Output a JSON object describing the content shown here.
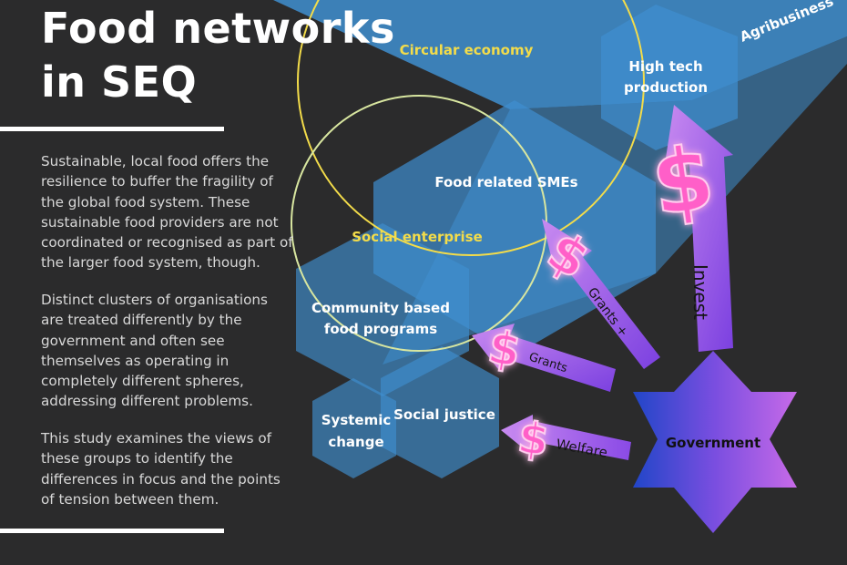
{
  "title_line1": "Food networks",
  "title_line2": "in SEQ",
  "paragraphs": [
    [
      "Sustainable, local food offers the",
      "resilience to buffer the fragility of",
      "the global food system. These",
      "sustainable food providers are not",
      "coordinated or recognised as part of",
      "the larger food system, though."
    ],
    [
      "Distinct clusters of organisations",
      "are treated differently by the",
      "government and often see",
      "themselves as operating in",
      "completely different spheres,",
      "addressing different problems."
    ],
    [
      "This study examines the views of",
      "these groups to identify the",
      "differences in focus and the points",
      "of tension between them."
    ]
  ],
  "labels": {
    "circular_economy": "Circular economy",
    "agribusiness": "Agribusiness",
    "high_tech_line1": "High tech",
    "high_tech_line2": "production",
    "food_smes": "Food related SMEs",
    "social_enterprise": "Social enterprise",
    "community_line1": "Community based",
    "community_line2": "food programs",
    "systemic_line1": "Systemic",
    "systemic_line2": "change",
    "social_justice": "Social justice",
    "government": "Government"
  },
  "arrows": {
    "invest": "Invest",
    "grants_plus": "Grants +",
    "grants": "Grants",
    "welfare": "Welfare"
  },
  "dollar_symbol": "$",
  "colors": {
    "background": "#2b2b2c",
    "hexagon": "#3f8fd0",
    "circle_outline": "#f3dc4a",
    "circle_outline_inner": "#d8e6a0",
    "arrow_light": "#c88af0",
    "arrow_dark": "#7b40e0",
    "dollar": "#ff5fc8",
    "text_yellow": "#f3dc4a"
  }
}
